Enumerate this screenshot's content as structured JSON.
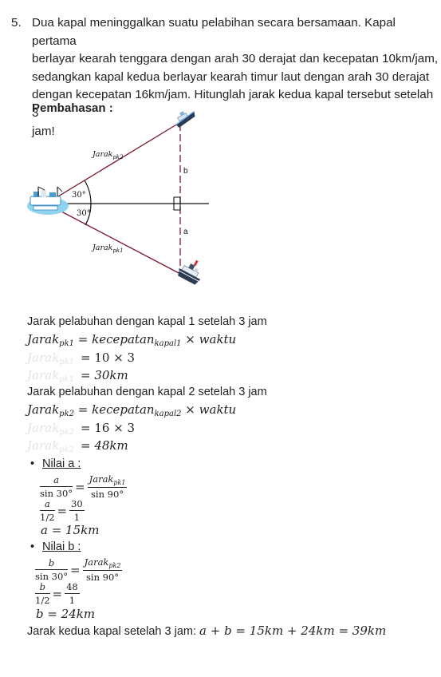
{
  "problem": {
    "number": "5.",
    "lines": [
      "Dua kapal meninggalkan suatu pelabihan secara bersamaan. Kapal pertama",
      "berlayar kearah tenggara dengan arah 30 derajat dan kecepatan 10km/jam,",
      "sedangkan kapal kedua berlayar kearah timur laut dengan arah 30 derajat",
      "dengan kecepatan 16km/jam. Hitunglah jarak kedua kapal tersebut setelah 3",
      "jam!"
    ]
  },
  "pembahasan_heading": "Pembahasan :",
  "diagram": {
    "upper_line_label": "Jarak",
    "upper_line_sub": "pk2",
    "lower_line_label": "Jarak",
    "lower_line_sub": "pk1",
    "angle_top": "30°",
    "angle_bottom": "30°",
    "segment_b": "b",
    "segment_a": "a",
    "line_color": "#7a1a2a",
    "ship_color": "#2b3b55"
  },
  "section1": {
    "title": "Jarak pelabuhan dengan kapal 1 setelah 3 jam",
    "lhs": "Jarak",
    "lhs_sub": "pk1",
    "rhs_word": "kecepatan",
    "rhs_sub": "kapal1",
    "rhs_tail": "waktu",
    "step2": "10 × 3",
    "step3": "30km"
  },
  "section2": {
    "title": "Jarak pelabuhan dengan kapal 2 setelah 3 jam",
    "lhs": "Jarak",
    "lhs_sub": "pk2",
    "rhs_word": "kecepatan",
    "rhs_sub": "kapal2",
    "rhs_tail": "waktu",
    "step2": "16 × 3",
    "step3": "48km"
  },
  "nilai_a": {
    "title": "Nilai a :",
    "f1_num": "a",
    "f1_den": "sin 30°",
    "f2_num": "Jarak",
    "f2_num_sub": "pk1",
    "f2_den": "sin 90°",
    "g1_num": "a",
    "g1_den": "1/2",
    "g2_num": "30",
    "g2_den": "1",
    "result": "a = 15km"
  },
  "nilai_b": {
    "title": "Nilai b :",
    "f1_num": "b",
    "f1_den": "sin 30°",
    "f2_num": "Jarak",
    "f2_num_sub": "pk2",
    "f2_den": "sin 90°",
    "g1_num": "b",
    "g1_den": "1/2",
    "g2_num": "48",
    "g2_den": "1",
    "result": "b = 24km"
  },
  "final": {
    "text": "Jarak kedua kapal setelah 3 jam: ",
    "formula": "a + b = 15km + 24km = 39km"
  }
}
